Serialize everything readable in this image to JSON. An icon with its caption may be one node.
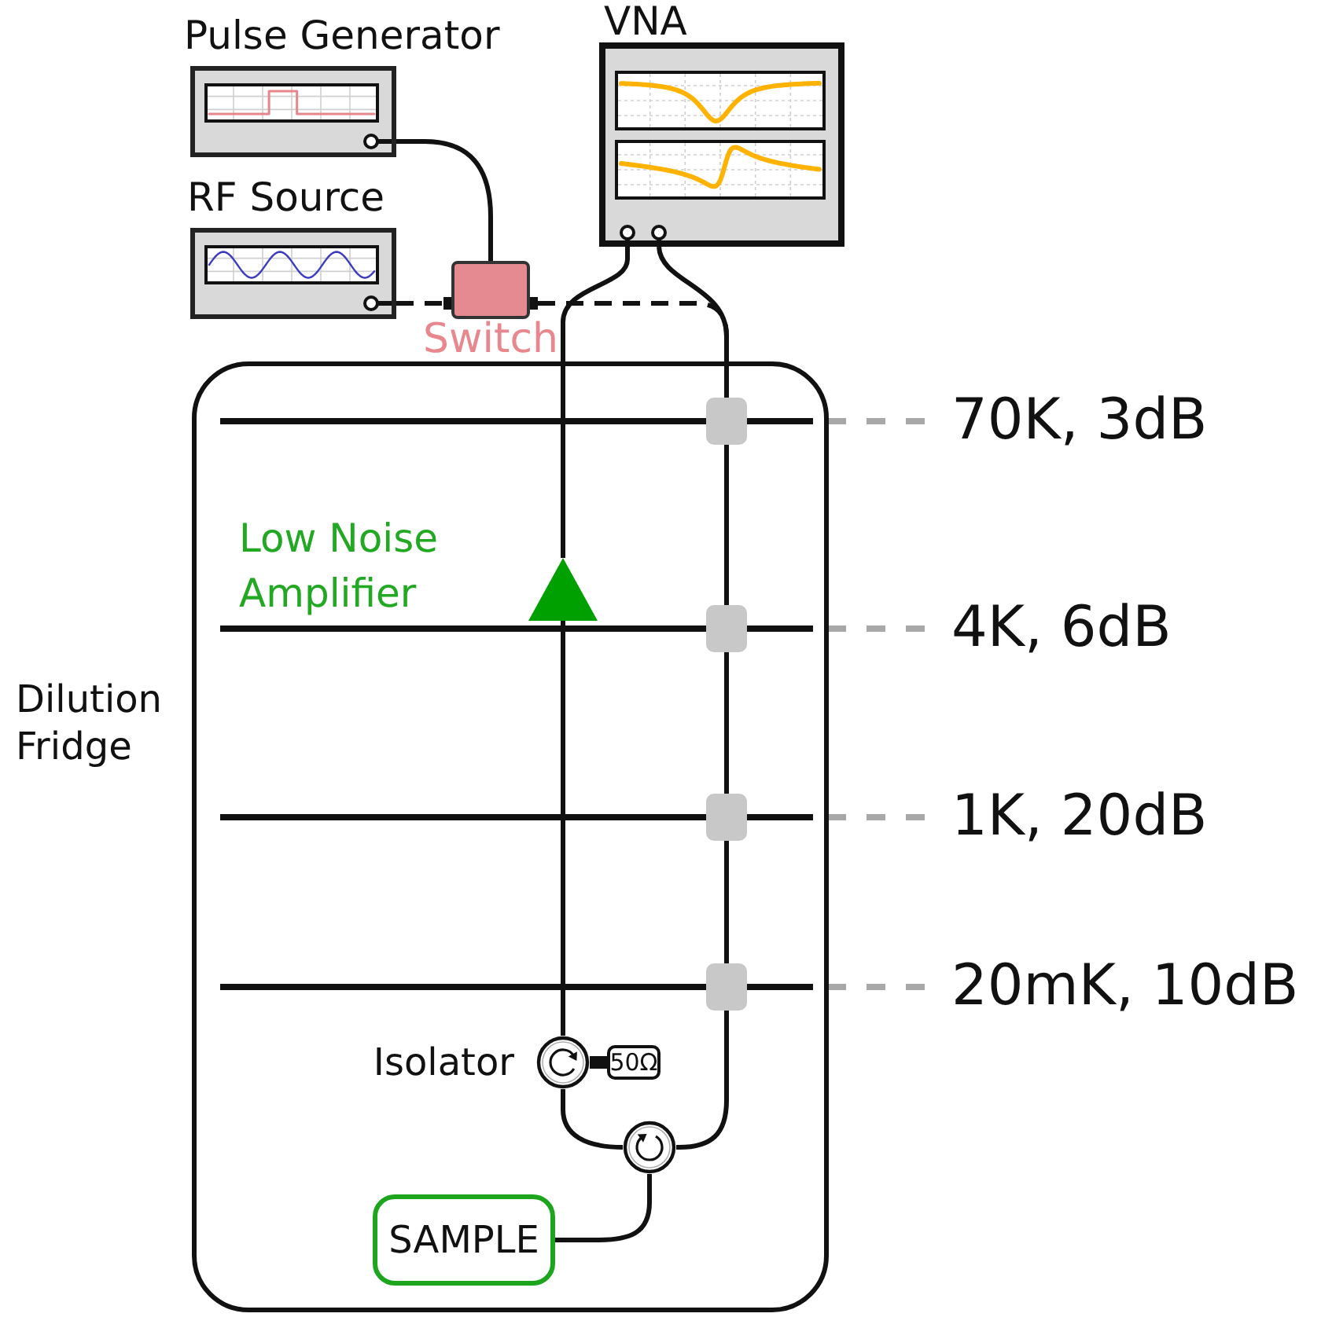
{
  "diagram": {
    "nodes": [
      {
        "text": [
          "Pulse Generator"
        ]
      },
      {
        "text": [
          "RF Source"
        ]
      },
      {
        "text": [
          "Switch"
        ]
      },
      {
        "text": [
          "VNA"
        ]
      },
      {
        "text": [
          "Dilution Fridge"
        ]
      },
      {
        "text": [],
        "shape": "box",
        "in": 4
      },
      {
        "text": [
          "Low Noise Amplifier"
        ],
        "in": 4
      },
      {
        "text": [],
        "shape": "box",
        "in": 4
      },
      {
        "text": [],
        "shape": "box",
        "in": 4
      },
      {
        "text": [],
        "shape": "box",
        "in": 4
      },
      {
        "text": [
          "Isolator"
        ],
        "in": 4
      },
      {
        "text": [
          "50Ω"
        ],
        "in": 4
      },
      {
        "text": [],
        "shape": "circle",
        "in": 4
      },
      {
        "text": [
          "SAMPLE"
        ],
        "in": 4
      }
    ],
    "edges": [
      {
        "from": 0,
        "to": 2,
        "arrow": "none"
      },
      {
        "from": 1,
        "to": 2,
        "arrow": "none",
        "style": "dashed"
      },
      {
        "from": 2,
        "to": 5,
        "arrow": "none",
        "style": "dashed"
      },
      {
        "from": 3,
        "to": 5,
        "arrow": "none"
      },
      {
        "from": 5,
        "to": 7,
        "arrow": "none"
      },
      {
        "from": 7,
        "to": 8,
        "arrow": "none"
      },
      {
        "from": 8,
        "to": 9,
        "arrow": "none"
      },
      {
        "from": 9,
        "to": 12,
        "arrow": "none"
      },
      {
        "from": 12,
        "to": 13,
        "arrow": "none"
      },
      {
        "from": 12,
        "to": 10,
        "arrow": "none"
      },
      {
        "from": 10,
        "to": 11,
        "arrow": "none",
        "style": "thick"
      },
      {
        "from": 10,
        "to": 6,
        "arrow": "none"
      },
      {
        "from": 6,
        "to": 3,
        "arrow": "none"
      }
    ],
    "labels": [
      "70K, 3dB",
      "4K, 6dB",
      "1K, 20dB",
      "20mK, 10dB"
    ]
  }
}
